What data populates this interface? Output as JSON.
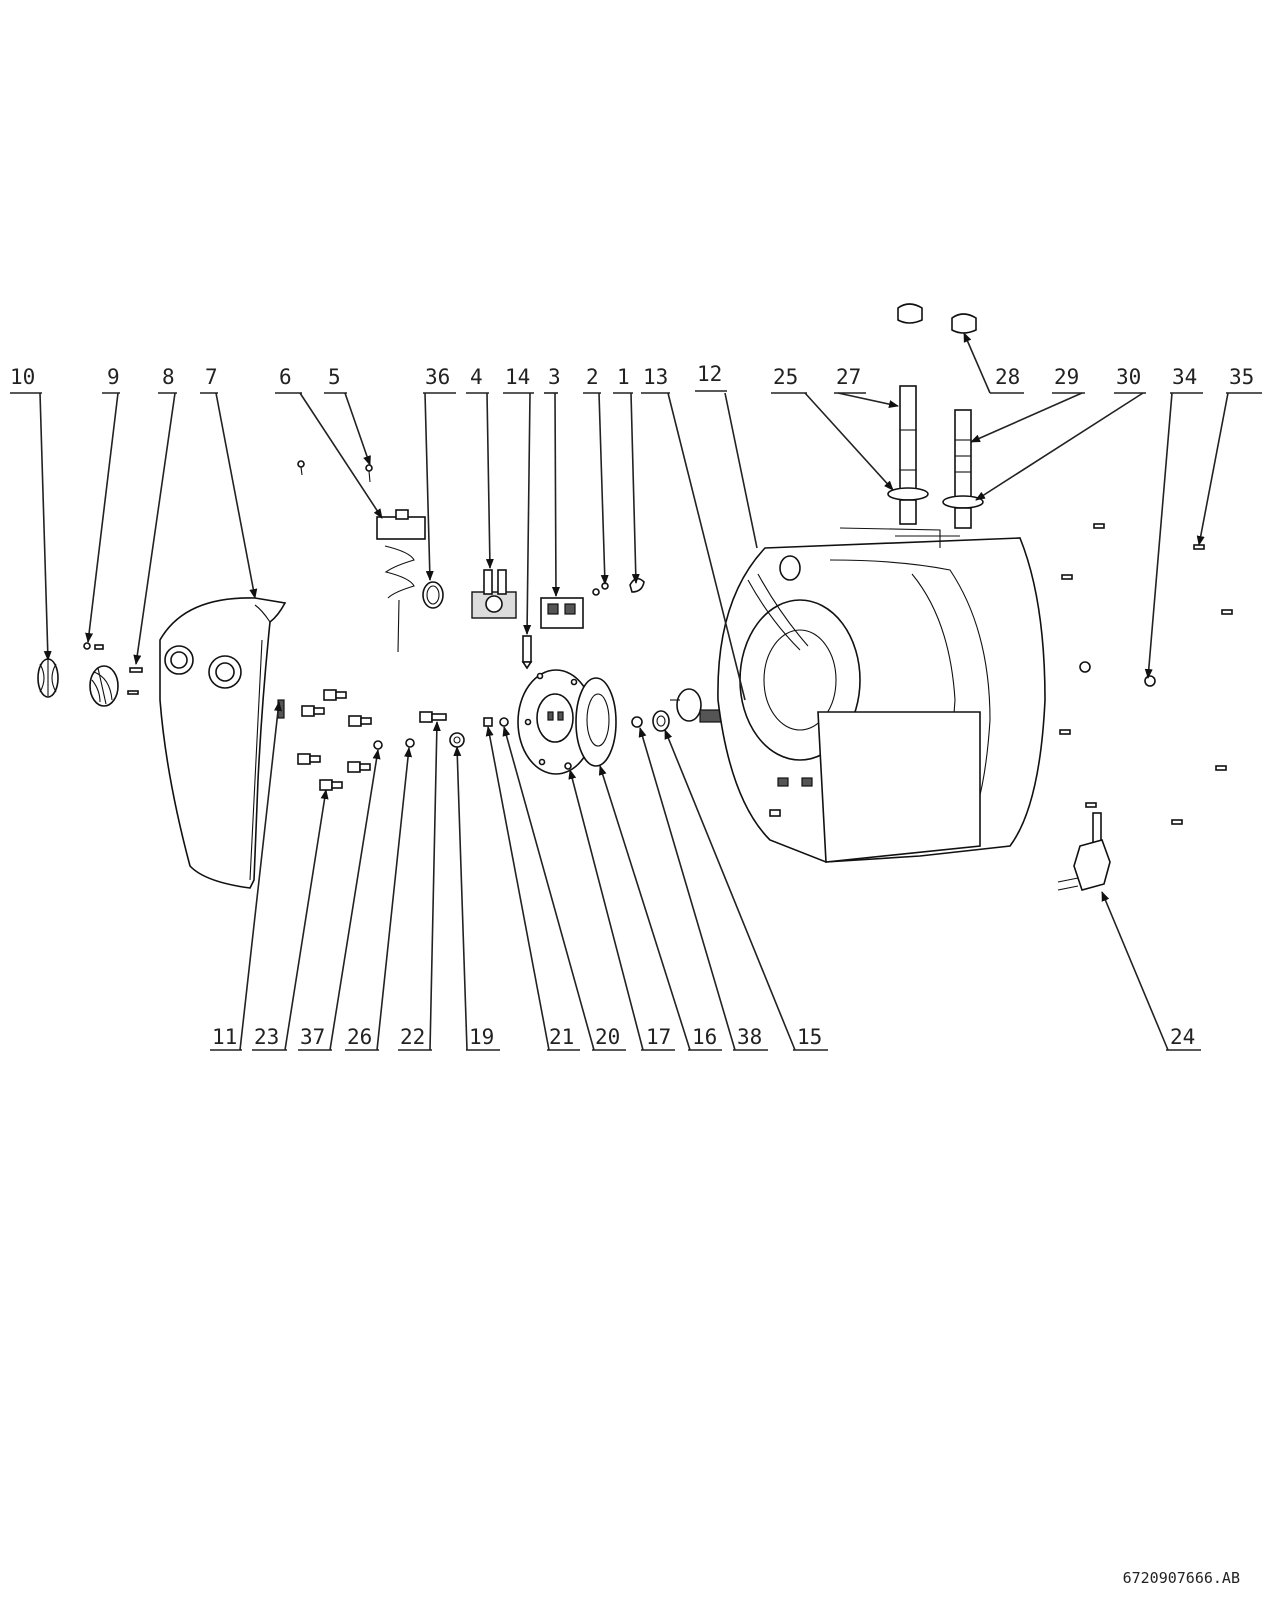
{
  "labels_top": [
    "10",
    "9",
    "8",
    "7",
    "6",
    "5",
    "36",
    "4",
    "14",
    "3",
    "2",
    "1",
    "13",
    "12",
    "25",
    "27",
    "28",
    "29",
    "30",
    "34",
    "35"
  ],
  "labels_bottom": [
    "11",
    "23",
    "37",
    "26",
    "22",
    "19",
    "21",
    "20",
    "17",
    "16",
    "38",
    "15",
    "24"
  ],
  "document_code": "6720907666.AB"
}
